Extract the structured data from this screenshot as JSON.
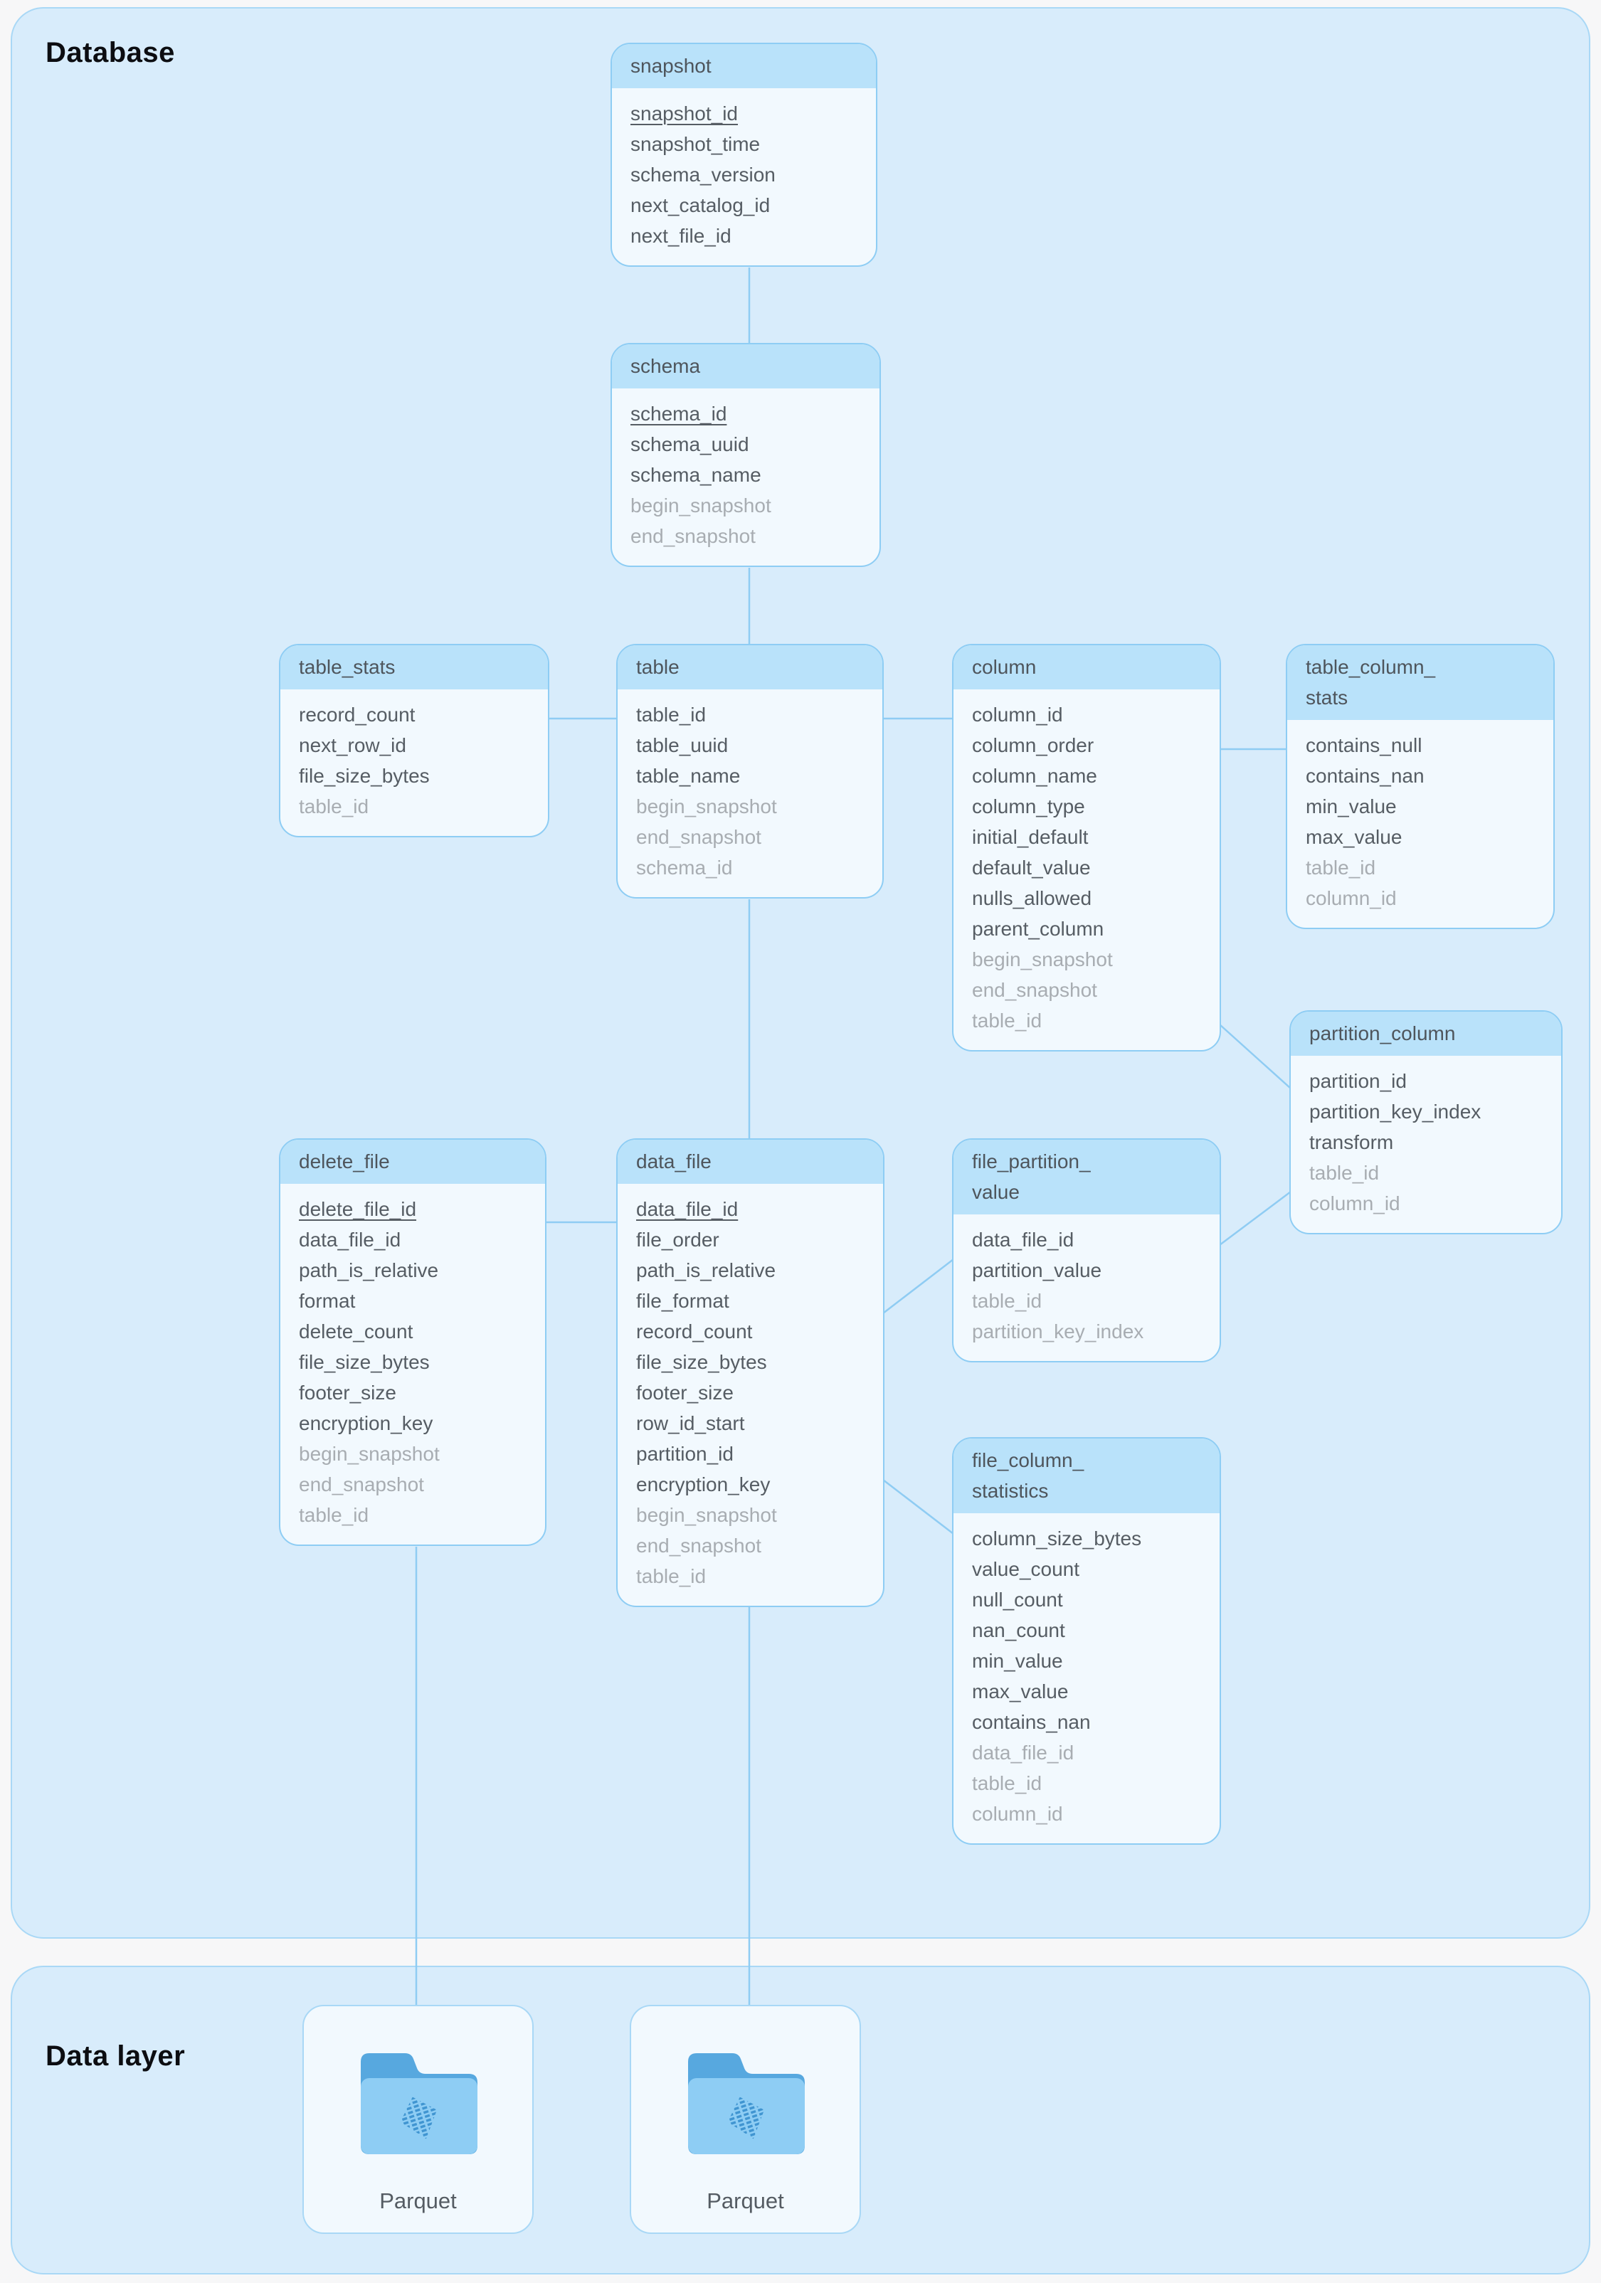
{
  "sections": [
    {
      "id": "database",
      "label": "Database"
    },
    {
      "id": "data_layer",
      "label": "Data layer"
    }
  ],
  "colors": {
    "section_bg": "#d8ecfb",
    "section_border": "#a9d8f6",
    "entity_header_bg": "#b9e2fa",
    "entity_body_bg": "#f2f9fe",
    "entity_border": "#8ecdf4",
    "connector": "#8fccf3",
    "field_text": "#565d64",
    "muted_field_text": "#a8adb2",
    "folder_back": "#57a8df",
    "folder_front": "#8ecdf4",
    "parquet_logo": "#4095d1"
  },
  "entities": [
    {
      "id": "snapshot",
      "title": "snapshot",
      "fields": [
        {
          "name": "snapshot_id",
          "pk": true
        },
        {
          "name": "snapshot_time"
        },
        {
          "name": "schema_version"
        },
        {
          "name": "next_catalog_id"
        },
        {
          "name": "next_file_id"
        }
      ]
    },
    {
      "id": "schema",
      "title": "schema",
      "fields": [
        {
          "name": "schema_id",
          "pk": true
        },
        {
          "name": "schema_uuid"
        },
        {
          "name": "schema_name"
        },
        {
          "name": "begin_snapshot",
          "muted": true
        },
        {
          "name": "end_snapshot",
          "muted": true
        }
      ]
    },
    {
      "id": "table_stats",
      "title": "table_stats",
      "fields": [
        {
          "name": "record_count"
        },
        {
          "name": "next_row_id"
        },
        {
          "name": "file_size_bytes"
        },
        {
          "name": "table_id",
          "muted": true
        }
      ]
    },
    {
      "id": "table",
      "title": "table",
      "fields": [
        {
          "name": "table_id"
        },
        {
          "name": "table_uuid"
        },
        {
          "name": "table_name"
        },
        {
          "name": "begin_snapshot",
          "muted": true
        },
        {
          "name": "end_snapshot",
          "muted": true
        },
        {
          "name": "schema_id",
          "muted": true
        }
      ]
    },
    {
      "id": "column",
      "title": "column",
      "fields": [
        {
          "name": "column_id"
        },
        {
          "name": "column_order"
        },
        {
          "name": "column_name"
        },
        {
          "name": "column_type"
        },
        {
          "name": "initial_default"
        },
        {
          "name": "default_value"
        },
        {
          "name": "nulls_allowed"
        },
        {
          "name": "parent_column"
        },
        {
          "name": "begin_snapshot",
          "muted": true
        },
        {
          "name": "end_snapshot",
          "muted": true
        },
        {
          "name": "table_id",
          "muted": true
        }
      ]
    },
    {
      "id": "table_column_stats",
      "title": "table_column_\nstats",
      "fields": [
        {
          "name": "contains_null"
        },
        {
          "name": "contains_nan"
        },
        {
          "name": "min_value"
        },
        {
          "name": "max_value"
        },
        {
          "name": "table_id",
          "muted": true
        },
        {
          "name": "column_id",
          "muted": true
        }
      ]
    },
    {
      "id": "partition_column",
      "title": "partition_column",
      "fields": [
        {
          "name": "partition_id"
        },
        {
          "name": "partition_key_index"
        },
        {
          "name": "transform"
        },
        {
          "name": "table_id",
          "muted": true
        },
        {
          "name": "column_id",
          "muted": true
        }
      ]
    },
    {
      "id": "delete_file",
      "title": "delete_file",
      "fields": [
        {
          "name": "delete_file_id",
          "pk": true
        },
        {
          "name": "data_file_id"
        },
        {
          "name": "path_is_relative"
        },
        {
          "name": "format"
        },
        {
          "name": "delete_count"
        },
        {
          "name": "file_size_bytes"
        },
        {
          "name": "footer_size"
        },
        {
          "name": "encryption_key"
        },
        {
          "name": "begin_snapshot",
          "muted": true
        },
        {
          "name": "end_snapshot",
          "muted": true
        },
        {
          "name": "table_id",
          "muted": true
        }
      ]
    },
    {
      "id": "data_file",
      "title": "data_file",
      "fields": [
        {
          "name": "data_file_id",
          "pk": true
        },
        {
          "name": "file_order"
        },
        {
          "name": "path_is_relative"
        },
        {
          "name": "file_format"
        },
        {
          "name": "record_count"
        },
        {
          "name": "file_size_bytes"
        },
        {
          "name": "footer_size"
        },
        {
          "name": "row_id_start"
        },
        {
          "name": "partition_id"
        },
        {
          "name": "encryption_key"
        },
        {
          "name": "begin_snapshot",
          "muted": true
        },
        {
          "name": "end_snapshot",
          "muted": true
        },
        {
          "name": "table_id",
          "muted": true
        }
      ]
    },
    {
      "id": "file_partition_value",
      "title": "file_partition_\nvalue",
      "fields": [
        {
          "name": "data_file_id"
        },
        {
          "name": "partition_value"
        },
        {
          "name": "table_id",
          "muted": true
        },
        {
          "name": "partition_key_index",
          "muted": true
        }
      ]
    },
    {
      "id": "file_column_statistics",
      "title": "file_column_\nstatistics",
      "fields": [
        {
          "name": "column_size_bytes"
        },
        {
          "name": "value_count"
        },
        {
          "name": "null_count"
        },
        {
          "name": "nan_count"
        },
        {
          "name": "min_value"
        },
        {
          "name": "max_value"
        },
        {
          "name": "contains_nan"
        },
        {
          "name": "data_file_id",
          "muted": true
        },
        {
          "name": "table_id",
          "muted": true
        },
        {
          "name": "column_id",
          "muted": true
        }
      ]
    }
  ],
  "connections": [
    {
      "from": "snapshot",
      "to": "schema"
    },
    {
      "from": "schema",
      "to": "table"
    },
    {
      "from": "table_stats",
      "to": "table"
    },
    {
      "from": "table",
      "to": "column"
    },
    {
      "from": "column",
      "to": "table_column_stats"
    },
    {
      "from": "column",
      "to": "partition_column"
    },
    {
      "from": "table",
      "to": "data_file"
    },
    {
      "from": "delete_file",
      "to": "data_file"
    },
    {
      "from": "data_file",
      "to": "file_partition_value"
    },
    {
      "from": "file_partition_value",
      "to": "partition_column"
    },
    {
      "from": "data_file",
      "to": "file_column_statistics"
    },
    {
      "from": "delete_file",
      "to": "parquet_1"
    },
    {
      "from": "data_file",
      "to": "parquet_2"
    }
  ],
  "data_layer": {
    "items": [
      {
        "id": "parquet_1",
        "label": "Parquet"
      },
      {
        "id": "parquet_2",
        "label": "Parquet"
      }
    ]
  }
}
